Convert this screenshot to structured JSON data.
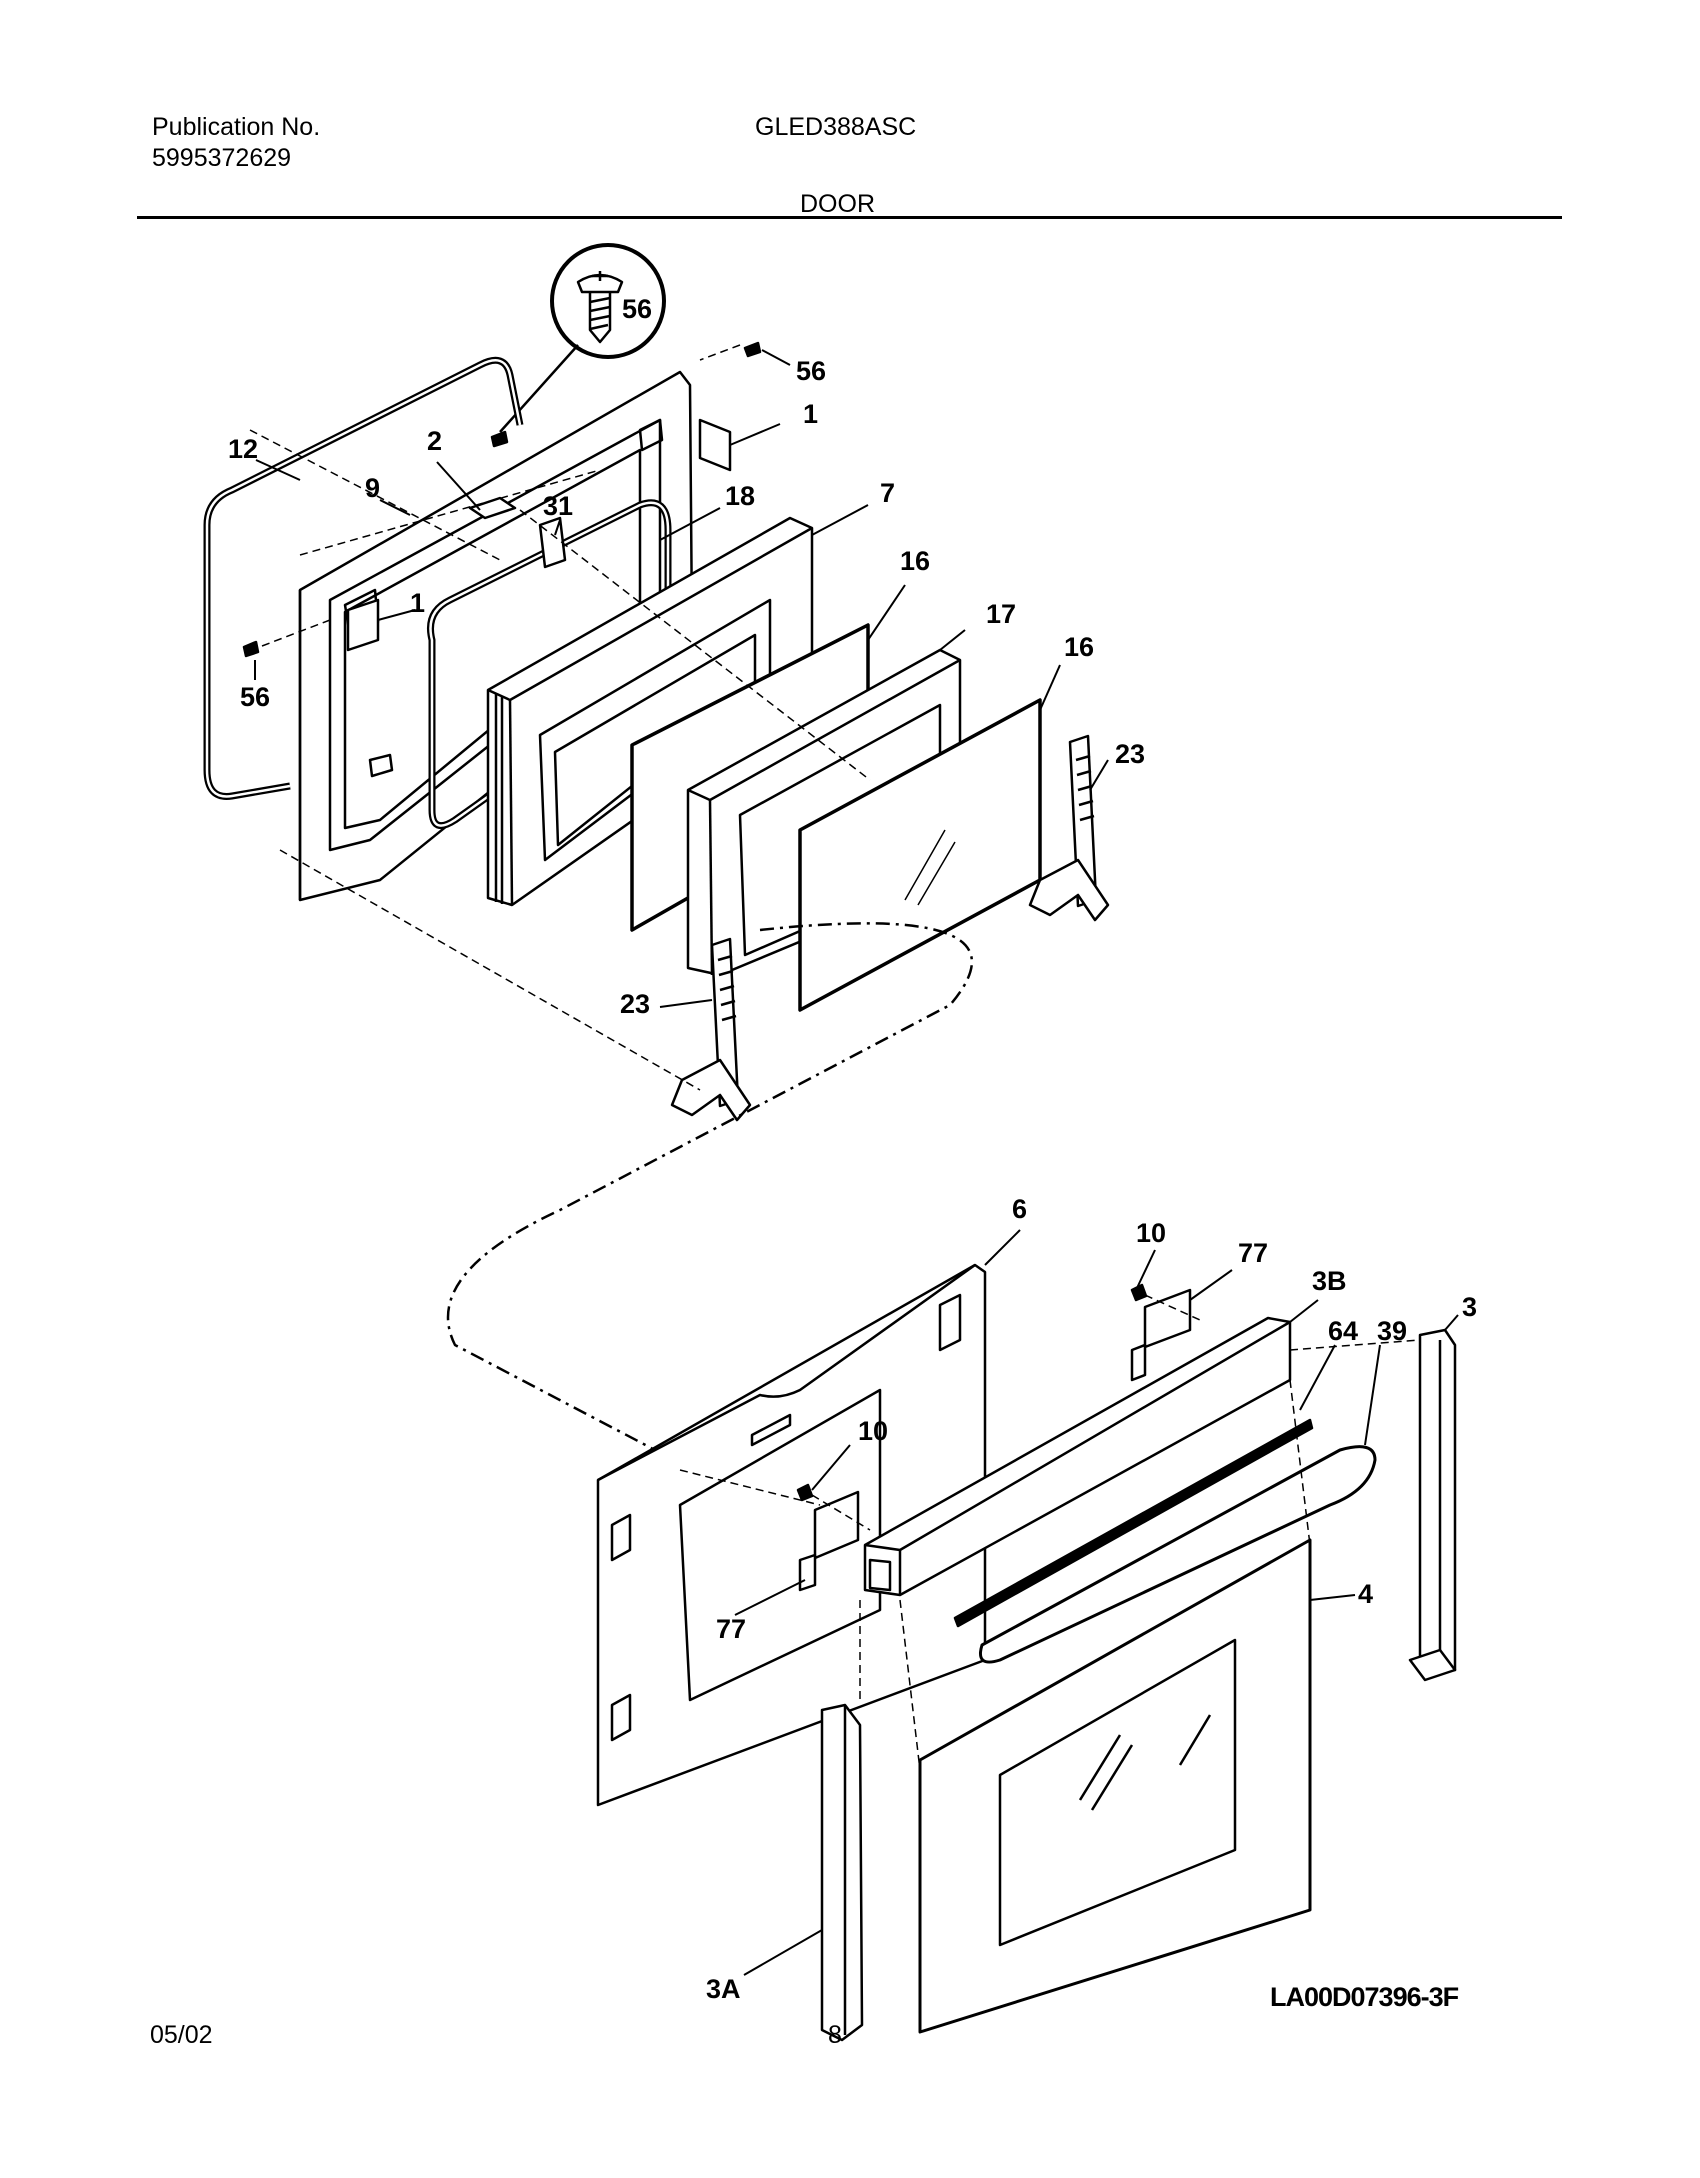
{
  "header": {
    "publication_label": "Publication No.",
    "publication_number": "5995372629",
    "model": "GLED388ASC",
    "section": "DOOR"
  },
  "footer": {
    "date": "05/02",
    "page": "8",
    "drawing_code": "LA00D07396-3F"
  },
  "callouts": {
    "p56_detail": "56",
    "p56_top": "56",
    "p1_top": "1",
    "p12": "12",
    "p2": "2",
    "p9": "9",
    "p31": "31",
    "p18": "18",
    "p7": "7",
    "p1_left": "1",
    "p16_a": "16",
    "p17": "17",
    "p16_b": "16",
    "p56_left": "56",
    "p23_right": "23",
    "p23_left": "23",
    "p6": "6",
    "p10_top": "10",
    "p77_top": "77",
    "p3B": "3B",
    "p3": "3",
    "p64": "64",
    "p39": "39",
    "p10_mid": "10",
    "p77_mid": "77",
    "p4": "4",
    "p3A": "3A"
  }
}
